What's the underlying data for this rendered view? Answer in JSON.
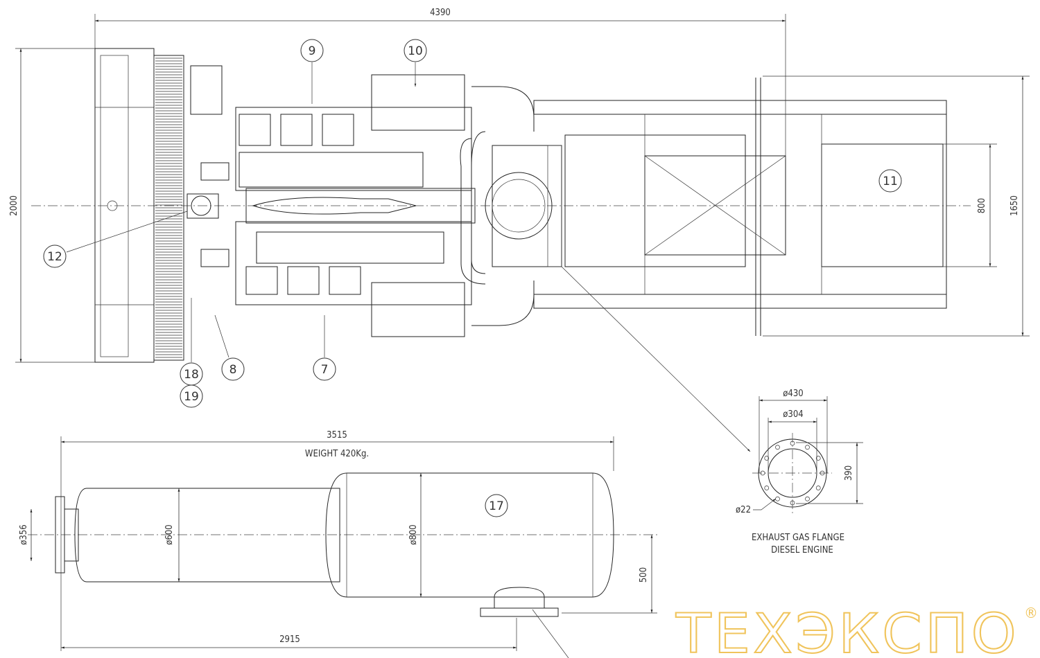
{
  "drawing": {
    "dimensions": {
      "overall_length": "4390",
      "overall_width": "2000",
      "base_width": "1650",
      "alternator_width": "800",
      "silencer_length": "3515",
      "silencer_weight": "WEIGHT 420Kg.",
      "inlet_diameter": "ø356",
      "small_body_diameter": "ø600",
      "large_body_diameter": "ø800",
      "outlet_height": "500",
      "outlet_position": "2915"
    },
    "flange": {
      "outer_diameter": "ø430",
      "inner_diameter": "ø304",
      "bolt_circle_height": "390",
      "hole_diameter": "ø22",
      "title_line1": "EXHAUST GAS FLANGE",
      "title_line2": "DIESEL ENGINE"
    },
    "balloons": [
      "9",
      "10",
      "11",
      "12",
      "8",
      "7",
      "18",
      "19",
      "17"
    ]
  },
  "logo": {
    "text": "ТЕХЭКСПО",
    "registered_mark": "®",
    "color": "#f0c45c"
  }
}
